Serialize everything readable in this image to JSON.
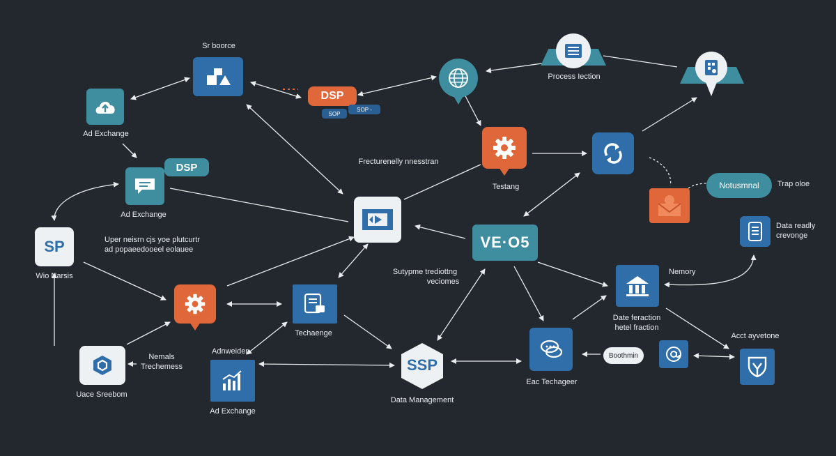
{
  "labels": {
    "sr_boorce": "Sr boorce",
    "ad_exchange_1": "Ad Exchange",
    "ad_exchange_2": "Ad Exchange",
    "ad_exchange_3": "Ad Exchange",
    "dsp_top": "DSP",
    "dsp_mid": "DSP",
    "sop_small_1": "SOP",
    "sop_small_2": "SOP -",
    "process_selection": "Process Iection",
    "fractionally": "Frecturenelly nnesstran",
    "testang": "Testang",
    "notusmnal": "Notusmnal",
    "trap_oloe": "Trap oloe",
    "sp_box": "SP",
    "wio_narsis": "Wio Narsis",
    "upper_text_1": "Uper neisrn cjs yoe plutcurtr",
    "upper_text_2": "ad popaeedooeel eolauee",
    "ve_os": "VE·O5",
    "sutype": "Sutypme trediottng",
    "veciomes": "veciomes",
    "data_ready_1": "Data readly",
    "data_ready_2": "crevonge",
    "nemory": "Nemory",
    "data_fraction_1": "Date feraction",
    "data_fraction_2": "hetel fraction",
    "techaenge": "Techaenge",
    "acct_ayvetone": "Acct ayvetone",
    "nemals": "Nemals",
    "trechemess": "Trechemess",
    "adnweider": "Adnweider",
    "sop_hex": "SSP",
    "data_management": "Data Management",
    "eac_techageer": "Eac Techageer",
    "boothmin": "Boothmin",
    "uace_sreesbom": "Uace Sreebom"
  },
  "colors": {
    "background": "#23282e",
    "blue": "#2f6ea8",
    "teal": "#3e8ea0",
    "orange": "#e0673a",
    "white": "#eef1f4",
    "line": "#e8ecef"
  },
  "icons": {
    "document_list": "list-icon",
    "building_tag": "building-icon",
    "globe": "globe-icon",
    "shapes": "shapes-icon",
    "cloud_upload": "cloud-upload-icon",
    "chat": "chat-icon",
    "gear_top": "gear-icon",
    "sync": "sync-icon",
    "envelope": "envelope-icon",
    "play_window": "play-window-icon",
    "phone_doc": "document-icon",
    "bank": "bank-icon",
    "gear_bottom": "gear-icon",
    "checklist": "checklist-icon",
    "speech": "speech-bubbles-icon",
    "at": "at-icon",
    "shield": "shield-icon",
    "hexagon": "hexagon-icon",
    "bar_chart": "bar-chart-icon"
  }
}
